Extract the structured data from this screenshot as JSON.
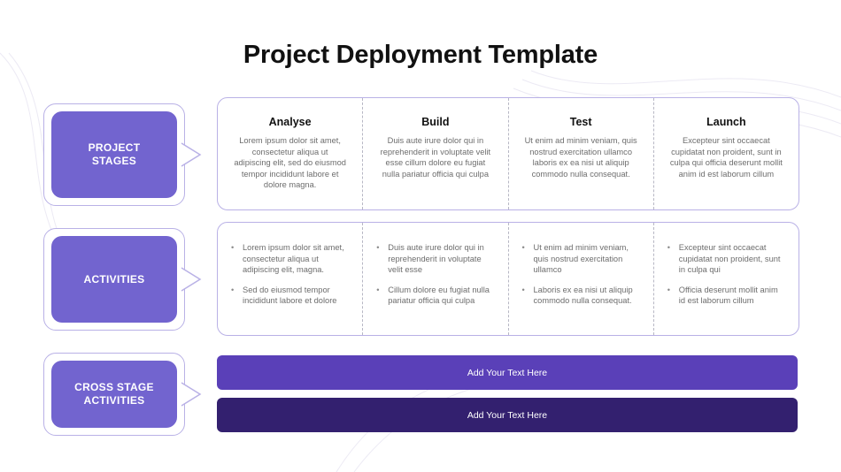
{
  "title": "Project Deployment Template",
  "colors": {
    "accent": "#7264cf",
    "bar1": "#5a40b8",
    "bar2": "#33206f",
    "border": "#b9b1e6"
  },
  "labels": {
    "stages": "PROJECT\nSTAGES",
    "activities": "ACTIVITIES",
    "cross": "CROSS STAGE\nACTIVITIES"
  },
  "stages": [
    {
      "title": "Analyse",
      "desc": "Lorem ipsum dolor sit amet, consectetur aliqua ut adipiscing elit, sed do eiusmod tempor incididunt labore et dolore magna."
    },
    {
      "title": "Build",
      "desc": "Duis aute irure dolor qui in reprehenderit in voluptate velit esse cillum dolore eu fugiat nulla pariatur officia qui culpa"
    },
    {
      "title": "Test",
      "desc": "Ut enim ad minim veniam, quis nostrud exercitation ullamco laboris ex ea nisi ut aliquip commodo nulla consequat."
    },
    {
      "title": "Launch",
      "desc": "Excepteur sint occaecat cupidatat non proident, sunt in culpa qui officia deserunt mollit anim id est laborum cillum"
    }
  ],
  "activities": [
    [
      "Lorem ipsum dolor sit amet, consectetur aliqua ut adipiscing elit, magna.",
      "Sed do eiusmod tempor incididunt labore et dolore"
    ],
    [
      "Duis aute irure dolor qui in reprehenderit in voluptate velit esse",
      "Cillum dolore eu fugiat nulla pariatur officia qui culpa"
    ],
    [
      "Ut enim ad minim veniam, quis nostrud exercitation ullamco",
      "Laboris ex ea nisi ut aliquip commodo nulla consequat."
    ],
    [
      "Excepteur sint occaecat cupidatat non proident, sunt in culpa qui",
      "Officia deserunt mollit anim id est laborum cillum"
    ]
  ],
  "cross_stage": [
    {
      "text": "Add Your Text Here"
    },
    {
      "text": "Add Your Text Here"
    }
  ]
}
